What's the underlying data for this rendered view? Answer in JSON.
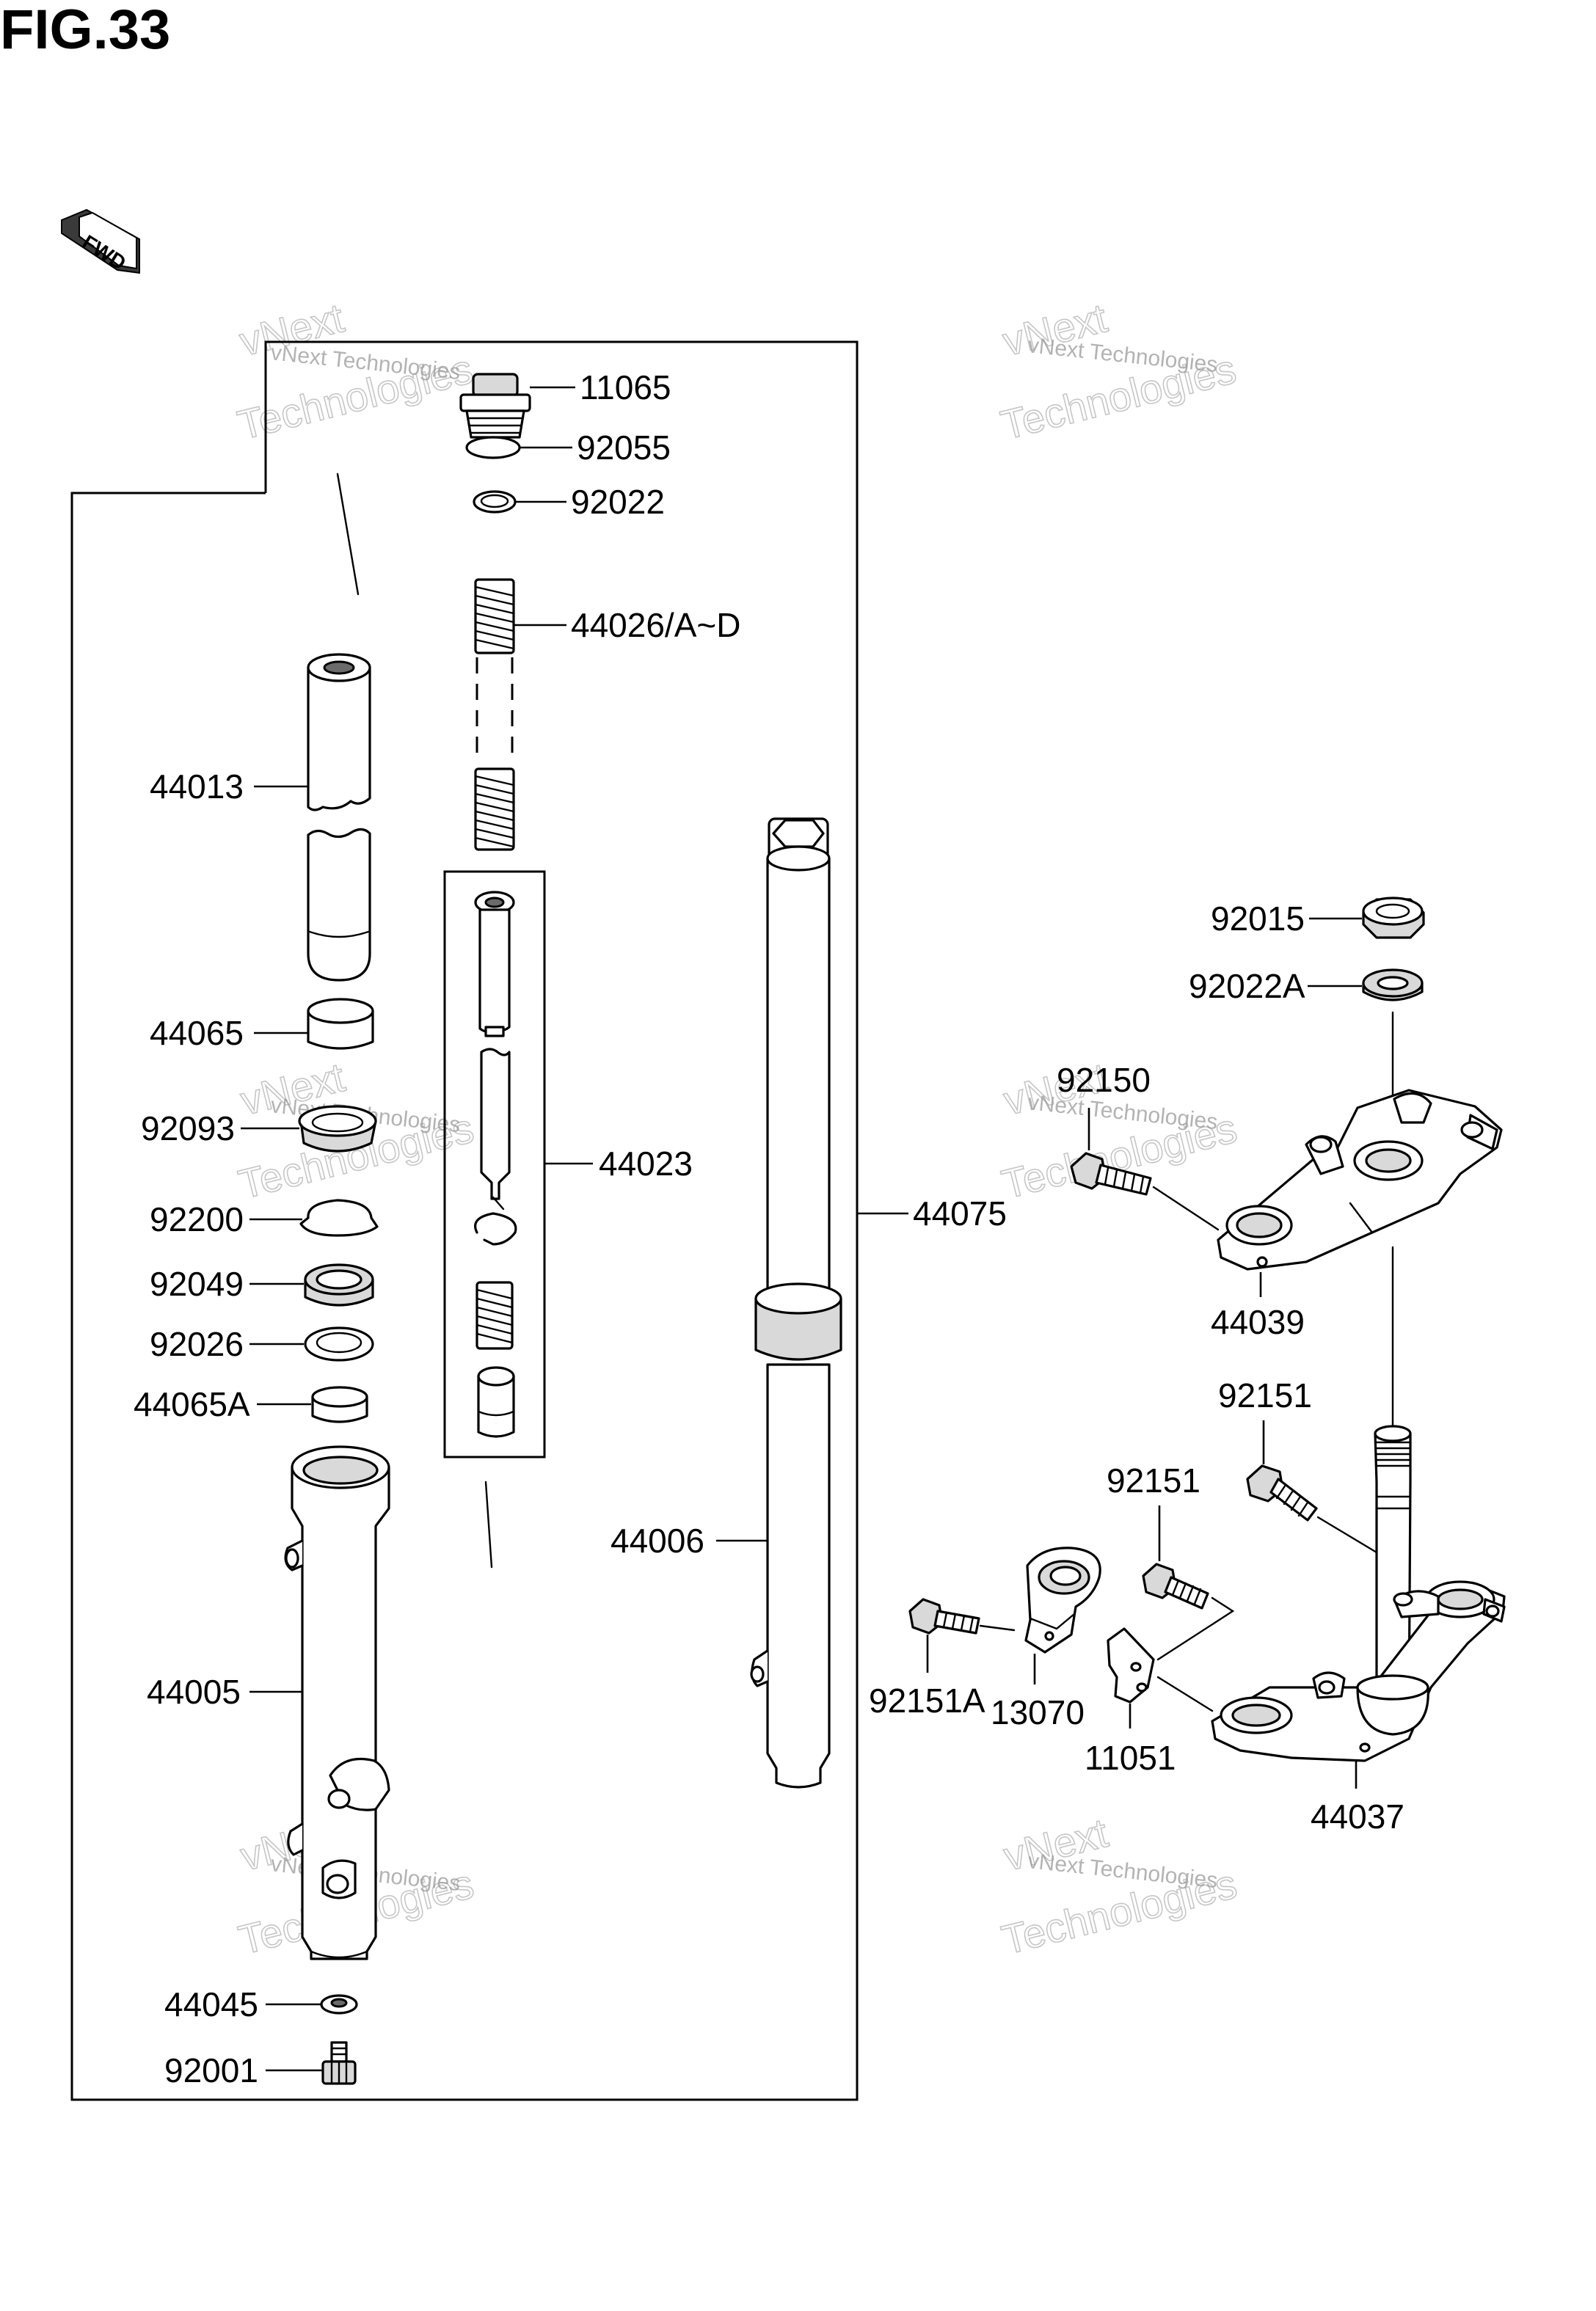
{
  "figure": {
    "title": "FIG.33"
  },
  "direction_marker": {
    "label": "FWD",
    "icon": "forward-arrow-icon"
  },
  "watermark": {
    "line_small": "vNext Technologies",
    "line_large": "vNext Technologies"
  },
  "callouts": {
    "c11065": "11065",
    "c92055": "92055",
    "c92022": "92022",
    "c44026": "44026/A~D",
    "c44013": "44013",
    "c44065": "44065",
    "c92093": "92093",
    "c92200": "92200",
    "c92049": "92049",
    "c92026": "92026",
    "c44065A": "44065A",
    "c44005": "44005",
    "c44045": "44045",
    "c92001": "92001",
    "c44023": "44023",
    "c44075": "44075",
    "c44006": "44006",
    "c92015": "92015",
    "c92022A": "92022A",
    "c92150": "92150",
    "c44039": "44039",
    "c92151a": "92151",
    "c92151b": "92151",
    "c92151A": "92151A",
    "c13070": "13070",
    "c11051": "11051",
    "c44037": "44037"
  }
}
